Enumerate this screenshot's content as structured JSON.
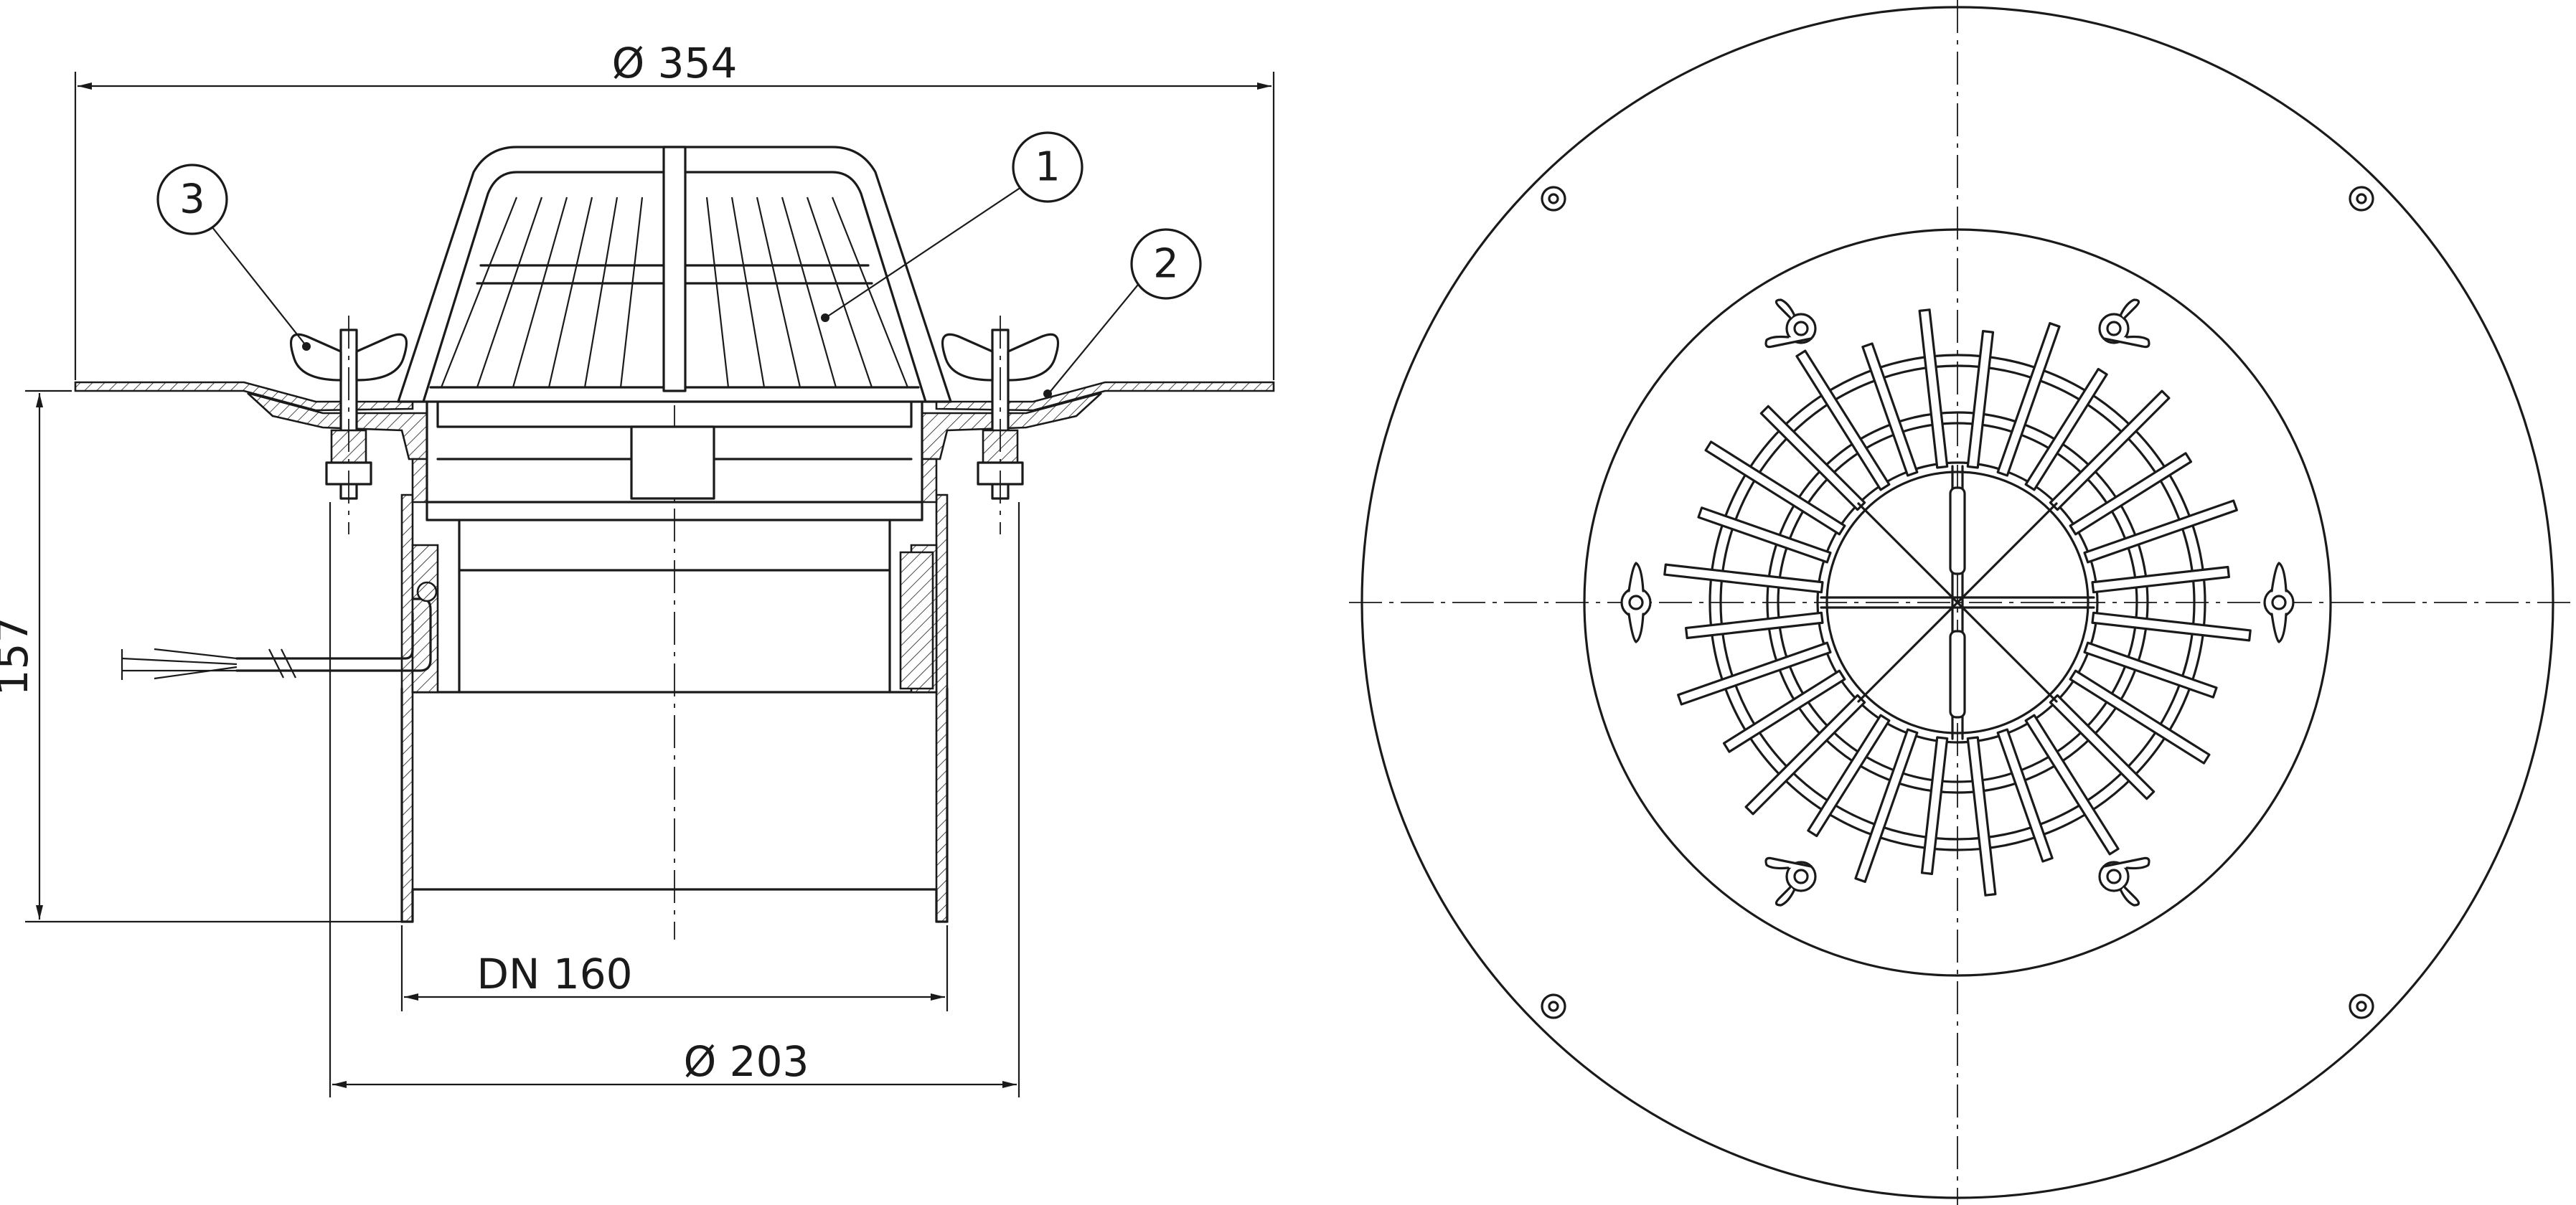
{
  "dimensions": {
    "top_diameter": "Ø 354",
    "height": "157",
    "pipe": "DN 160",
    "bottom_diameter": "Ø 203"
  },
  "callouts": [
    "1",
    "2",
    "3"
  ],
  "colors": {
    "line": "#1a1a1a",
    "background": "#ffffff"
  }
}
